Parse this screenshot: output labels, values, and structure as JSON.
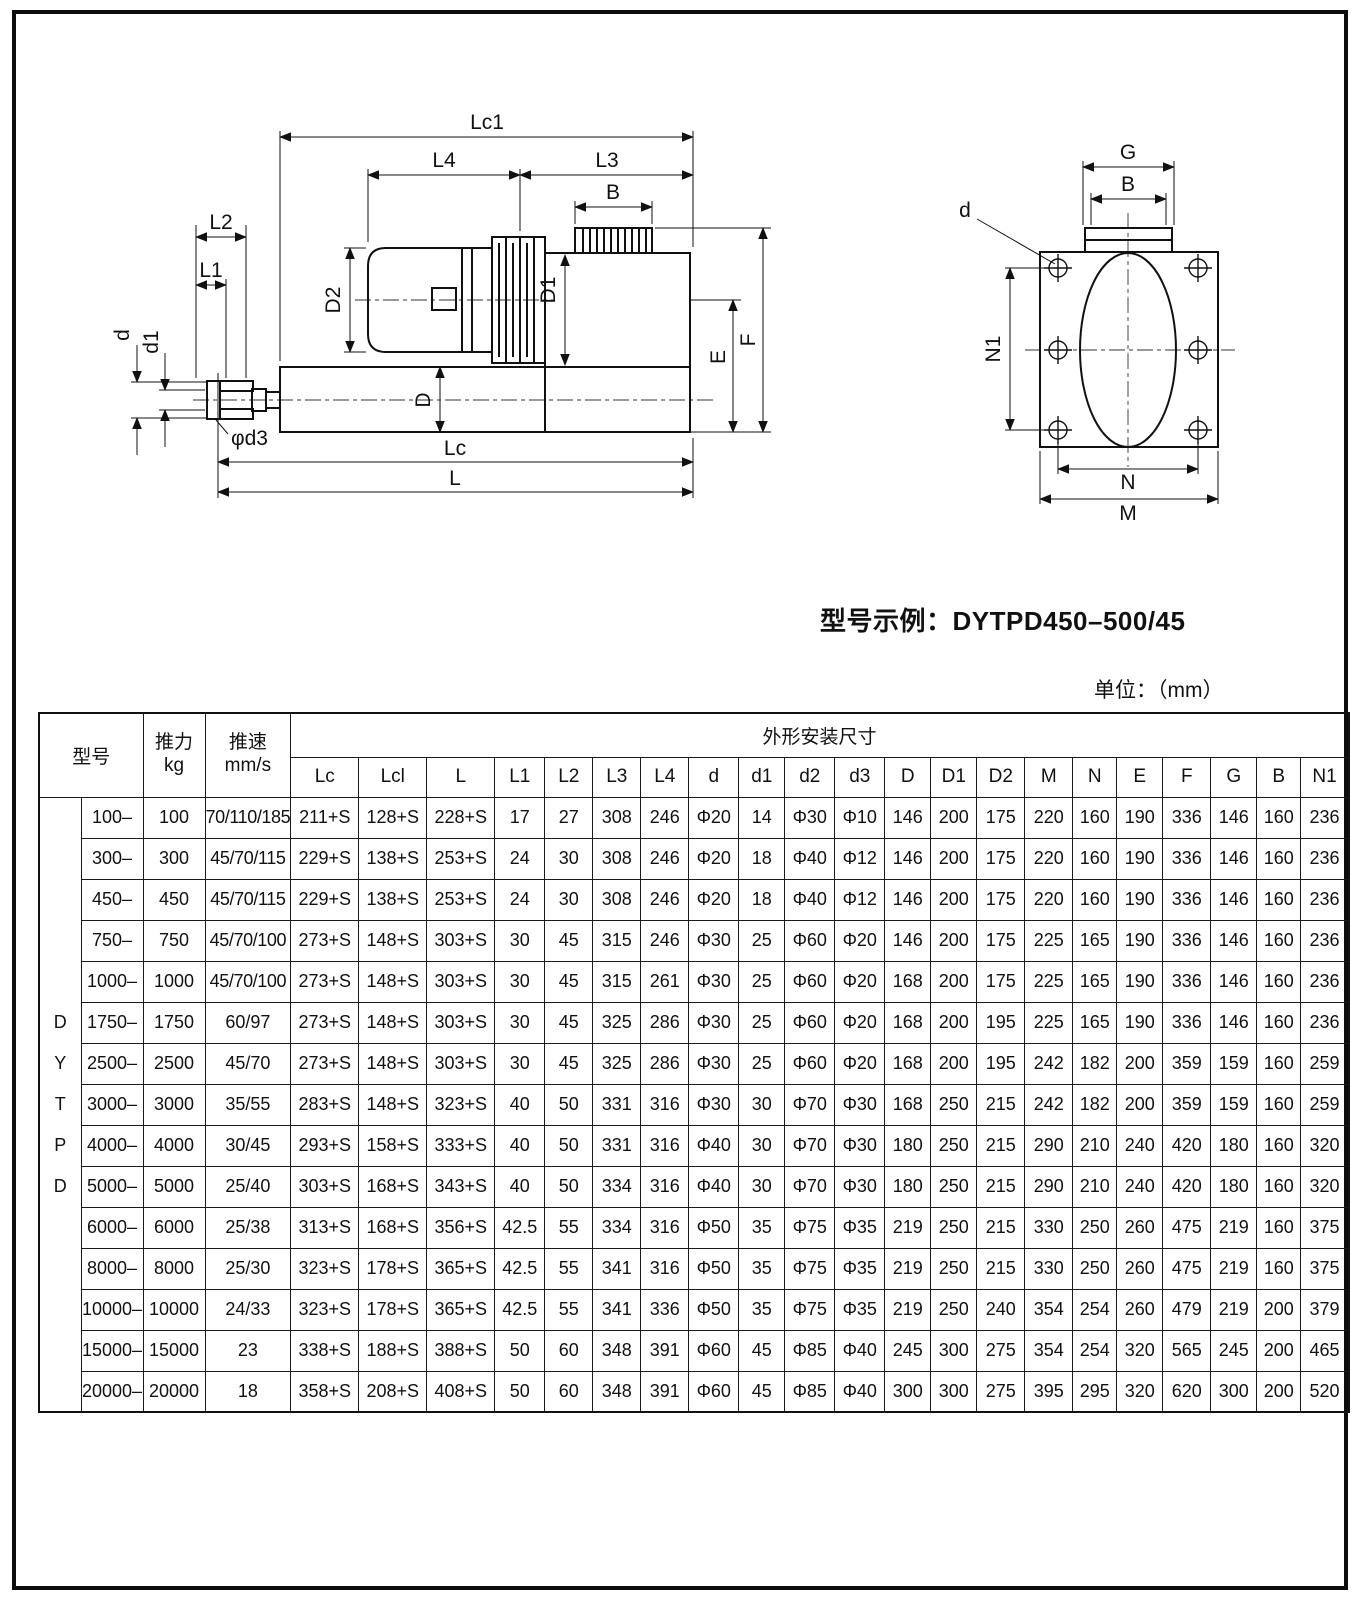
{
  "page": {
    "model_example": "型号示例：DYTPD450–500/45",
    "unit_label": "单位：（mm）"
  },
  "diagram": {
    "side": {
      "lc1": "Lc1",
      "l4": "L4",
      "l3": "L3",
      "b": "B",
      "l2": "L2",
      "l1": "L1",
      "d_rod": "d",
      "d1_pin": "d1",
      "d2_motor": "D2",
      "d1_housing": "D1",
      "d_cyl": "D",
      "e": "E",
      "f": "F",
      "phi_d3": "φd3",
      "lc": "Lc",
      "l": "L"
    },
    "end": {
      "g": "G",
      "b": "B",
      "d": "d",
      "n1": "N1",
      "n": "N",
      "m": "M"
    }
  },
  "table": {
    "header": {
      "model": "型号",
      "thrust": "推力",
      "thrust_unit": "kg",
      "speed": "推速",
      "speed_unit": "mm/s",
      "dims_group": "外形安装尺寸",
      "dim_cols": [
        "Lc",
        "Lcl",
        "L",
        "L1",
        "L2",
        "L3",
        "L4",
        "d",
        "d1",
        "d2",
        "d3",
        "D",
        "D1",
        "D2",
        "M",
        "N",
        "E",
        "F",
        "G",
        "B",
        "N1"
      ]
    },
    "series_label": "DYTPD",
    "rows": [
      {
        "model": "100–",
        "thrust": "100",
        "speed": "70/110/185",
        "values": [
          "211+S",
          "128+S",
          "228+S",
          "17",
          "27",
          "308",
          "246",
          "Φ20",
          "14",
          "Φ30",
          "Φ10",
          "146",
          "200",
          "175",
          "220",
          "160",
          "190",
          "336",
          "146",
          "160",
          "236"
        ]
      },
      {
        "model": "300–",
        "thrust": "300",
        "speed": "45/70/115",
        "values": [
          "229+S",
          "138+S",
          "253+S",
          "24",
          "30",
          "308",
          "246",
          "Φ20",
          "18",
          "Φ40",
          "Φ12",
          "146",
          "200",
          "175",
          "220",
          "160",
          "190",
          "336",
          "146",
          "160",
          "236"
        ]
      },
      {
        "model": "450–",
        "thrust": "450",
        "speed": "45/70/115",
        "values": [
          "229+S",
          "138+S",
          "253+S",
          "24",
          "30",
          "308",
          "246",
          "Φ20",
          "18",
          "Φ40",
          "Φ12",
          "146",
          "200",
          "175",
          "220",
          "160",
          "190",
          "336",
          "146",
          "160",
          "236"
        ]
      },
      {
        "model": "750–",
        "thrust": "750",
        "speed": "45/70/100",
        "values": [
          "273+S",
          "148+S",
          "303+S",
          "30",
          "45",
          "315",
          "246",
          "Φ30",
          "25",
          "Φ60",
          "Φ20",
          "146",
          "200",
          "175",
          "225",
          "165",
          "190",
          "336",
          "146",
          "160",
          "236"
        ]
      },
      {
        "model": "1000–",
        "thrust": "1000",
        "speed": "45/70/100",
        "values": [
          "273+S",
          "148+S",
          "303+S",
          "30",
          "45",
          "315",
          "261",
          "Φ30",
          "25",
          "Φ60",
          "Φ20",
          "168",
          "200",
          "175",
          "225",
          "165",
          "190",
          "336",
          "146",
          "160",
          "236"
        ]
      },
      {
        "model": "1750–",
        "thrust": "1750",
        "speed": "60/97",
        "values": [
          "273+S",
          "148+S",
          "303+S",
          "30",
          "45",
          "325",
          "286",
          "Φ30",
          "25",
          "Φ60",
          "Φ20",
          "168",
          "200",
          "195",
          "225",
          "165",
          "190",
          "336",
          "146",
          "160",
          "236"
        ]
      },
      {
        "model": "2500–",
        "thrust": "2500",
        "speed": "45/70",
        "values": [
          "273+S",
          "148+S",
          "303+S",
          "30",
          "45",
          "325",
          "286",
          "Φ30",
          "25",
          "Φ60",
          "Φ20",
          "168",
          "200",
          "195",
          "242",
          "182",
          "200",
          "359",
          "159",
          "160",
          "259"
        ]
      },
      {
        "model": "3000–",
        "thrust": "3000",
        "speed": "35/55",
        "values": [
          "283+S",
          "148+S",
          "323+S",
          "40",
          "50",
          "331",
          "316",
          "Φ30",
          "30",
          "Φ70",
          "Φ30",
          "168",
          "250",
          "215",
          "242",
          "182",
          "200",
          "359",
          "159",
          "160",
          "259"
        ]
      },
      {
        "model": "4000–",
        "thrust": "4000",
        "speed": "30/45",
        "values": [
          "293+S",
          "158+S",
          "333+S",
          "40",
          "50",
          "331",
          "316",
          "Φ40",
          "30",
          "Φ70",
          "Φ30",
          "180",
          "250",
          "215",
          "290",
          "210",
          "240",
          "420",
          "180",
          "160",
          "320"
        ]
      },
      {
        "model": "5000–",
        "thrust": "5000",
        "speed": "25/40",
        "values": [
          "303+S",
          "168+S",
          "343+S",
          "40",
          "50",
          "334",
          "316",
          "Φ40",
          "30",
          "Φ70",
          "Φ30",
          "180",
          "250",
          "215",
          "290",
          "210",
          "240",
          "420",
          "180",
          "160",
          "320"
        ]
      },
      {
        "model": "6000–",
        "thrust": "6000",
        "speed": "25/38",
        "values": [
          "313+S",
          "168+S",
          "356+S",
          "42.5",
          "55",
          "334",
          "316",
          "Φ50",
          "35",
          "Φ75",
          "Φ35",
          "219",
          "250",
          "215",
          "330",
          "250",
          "260",
          "475",
          "219",
          "160",
          "375"
        ]
      },
      {
        "model": "8000–",
        "thrust": "8000",
        "speed": "25/30",
        "values": [
          "323+S",
          "178+S",
          "365+S",
          "42.5",
          "55",
          "341",
          "316",
          "Φ50",
          "35",
          "Φ75",
          "Φ35",
          "219",
          "250",
          "215",
          "330",
          "250",
          "260",
          "475",
          "219",
          "160",
          "375"
        ]
      },
      {
        "model": "10000–",
        "thrust": "10000",
        "speed": "24/33",
        "values": [
          "323+S",
          "178+S",
          "365+S",
          "42.5",
          "55",
          "341",
          "336",
          "Φ50",
          "35",
          "Φ75",
          "Φ35",
          "219",
          "250",
          "240",
          "354",
          "254",
          "260",
          "479",
          "219",
          "200",
          "379"
        ]
      },
      {
        "model": "15000–",
        "thrust": "15000",
        "speed": "23",
        "values": [
          "338+S",
          "188+S",
          "388+S",
          "50",
          "60",
          "348",
          "391",
          "Φ60",
          "45",
          "Φ85",
          "Φ40",
          "245",
          "300",
          "275",
          "354",
          "254",
          "320",
          "565",
          "245",
          "200",
          "465"
        ]
      },
      {
        "model": "20000–",
        "thrust": "20000",
        "speed": "18",
        "values": [
          "358+S",
          "208+S",
          "408+S",
          "50",
          "60",
          "348",
          "391",
          "Φ60",
          "45",
          "Φ85",
          "Φ40",
          "300",
          "300",
          "275",
          "395",
          "295",
          "320",
          "620",
          "300",
          "200",
          "520"
        ]
      }
    ]
  }
}
